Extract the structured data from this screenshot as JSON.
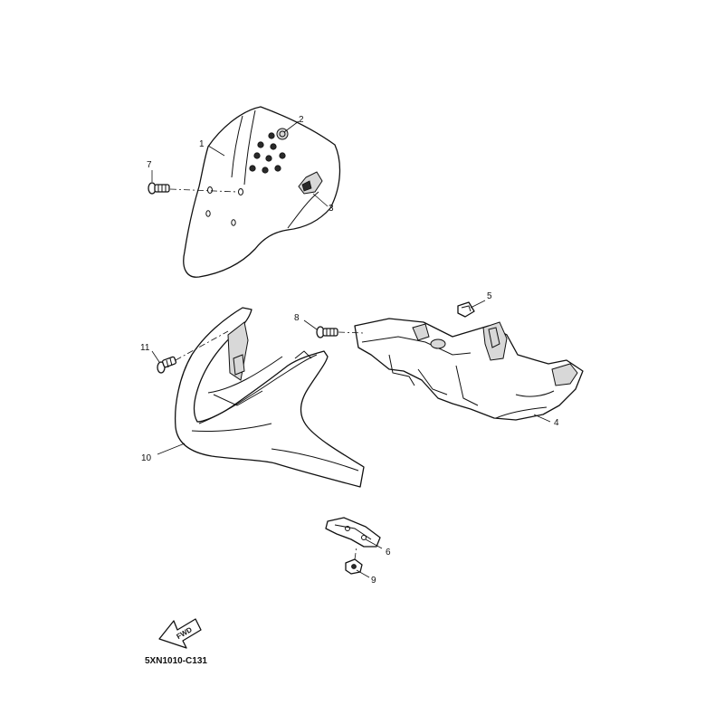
{
  "callouts": {
    "c1": "1",
    "c2": "2",
    "c3": "3",
    "c4": "4",
    "c5": "5",
    "c6": "6",
    "c7": "7",
    "c8": "8",
    "c9": "9",
    "c10": "10",
    "c11": "11"
  },
  "fwd_label": "FWD",
  "diagram_code": "5XN1010-C131"
}
